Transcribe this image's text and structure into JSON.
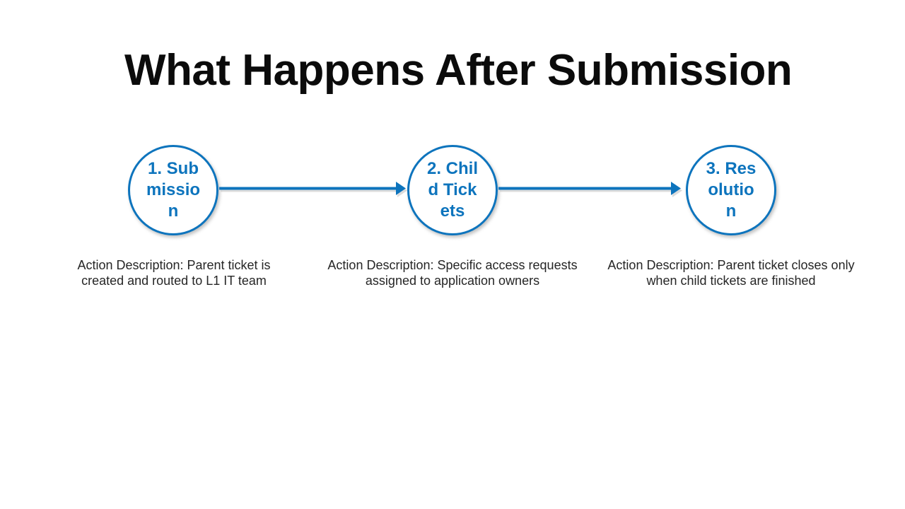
{
  "slide": {
    "title": "What Happens After Submission",
    "background_color": "#ffffff",
    "title_color": "#0b0b0b",
    "accent_color": "#0d74bd",
    "caption_color": "#262626"
  },
  "diagram": {
    "type": "process-flow",
    "orientation": "horizontal",
    "step_count": 3,
    "connector_count": 2,
    "connector_label": "arrow-right",
    "steps": [
      {
        "number": "1.",
        "name": "Submission",
        "circle_text": "1. Submission",
        "caption": "Action Description: Parent ticket is created and routed to L1 IT team"
      },
      {
        "number": "2.",
        "name": "Child Tickets",
        "circle_text": "2. Child Tickets",
        "caption": "Action Description: Specific access requests assigned to application owners"
      },
      {
        "number": "3.",
        "name": "Resolution",
        "circle_text": "3. Resolution",
        "caption": "Action Description: Parent ticket closes only when child tickets are finished"
      }
    ]
  }
}
